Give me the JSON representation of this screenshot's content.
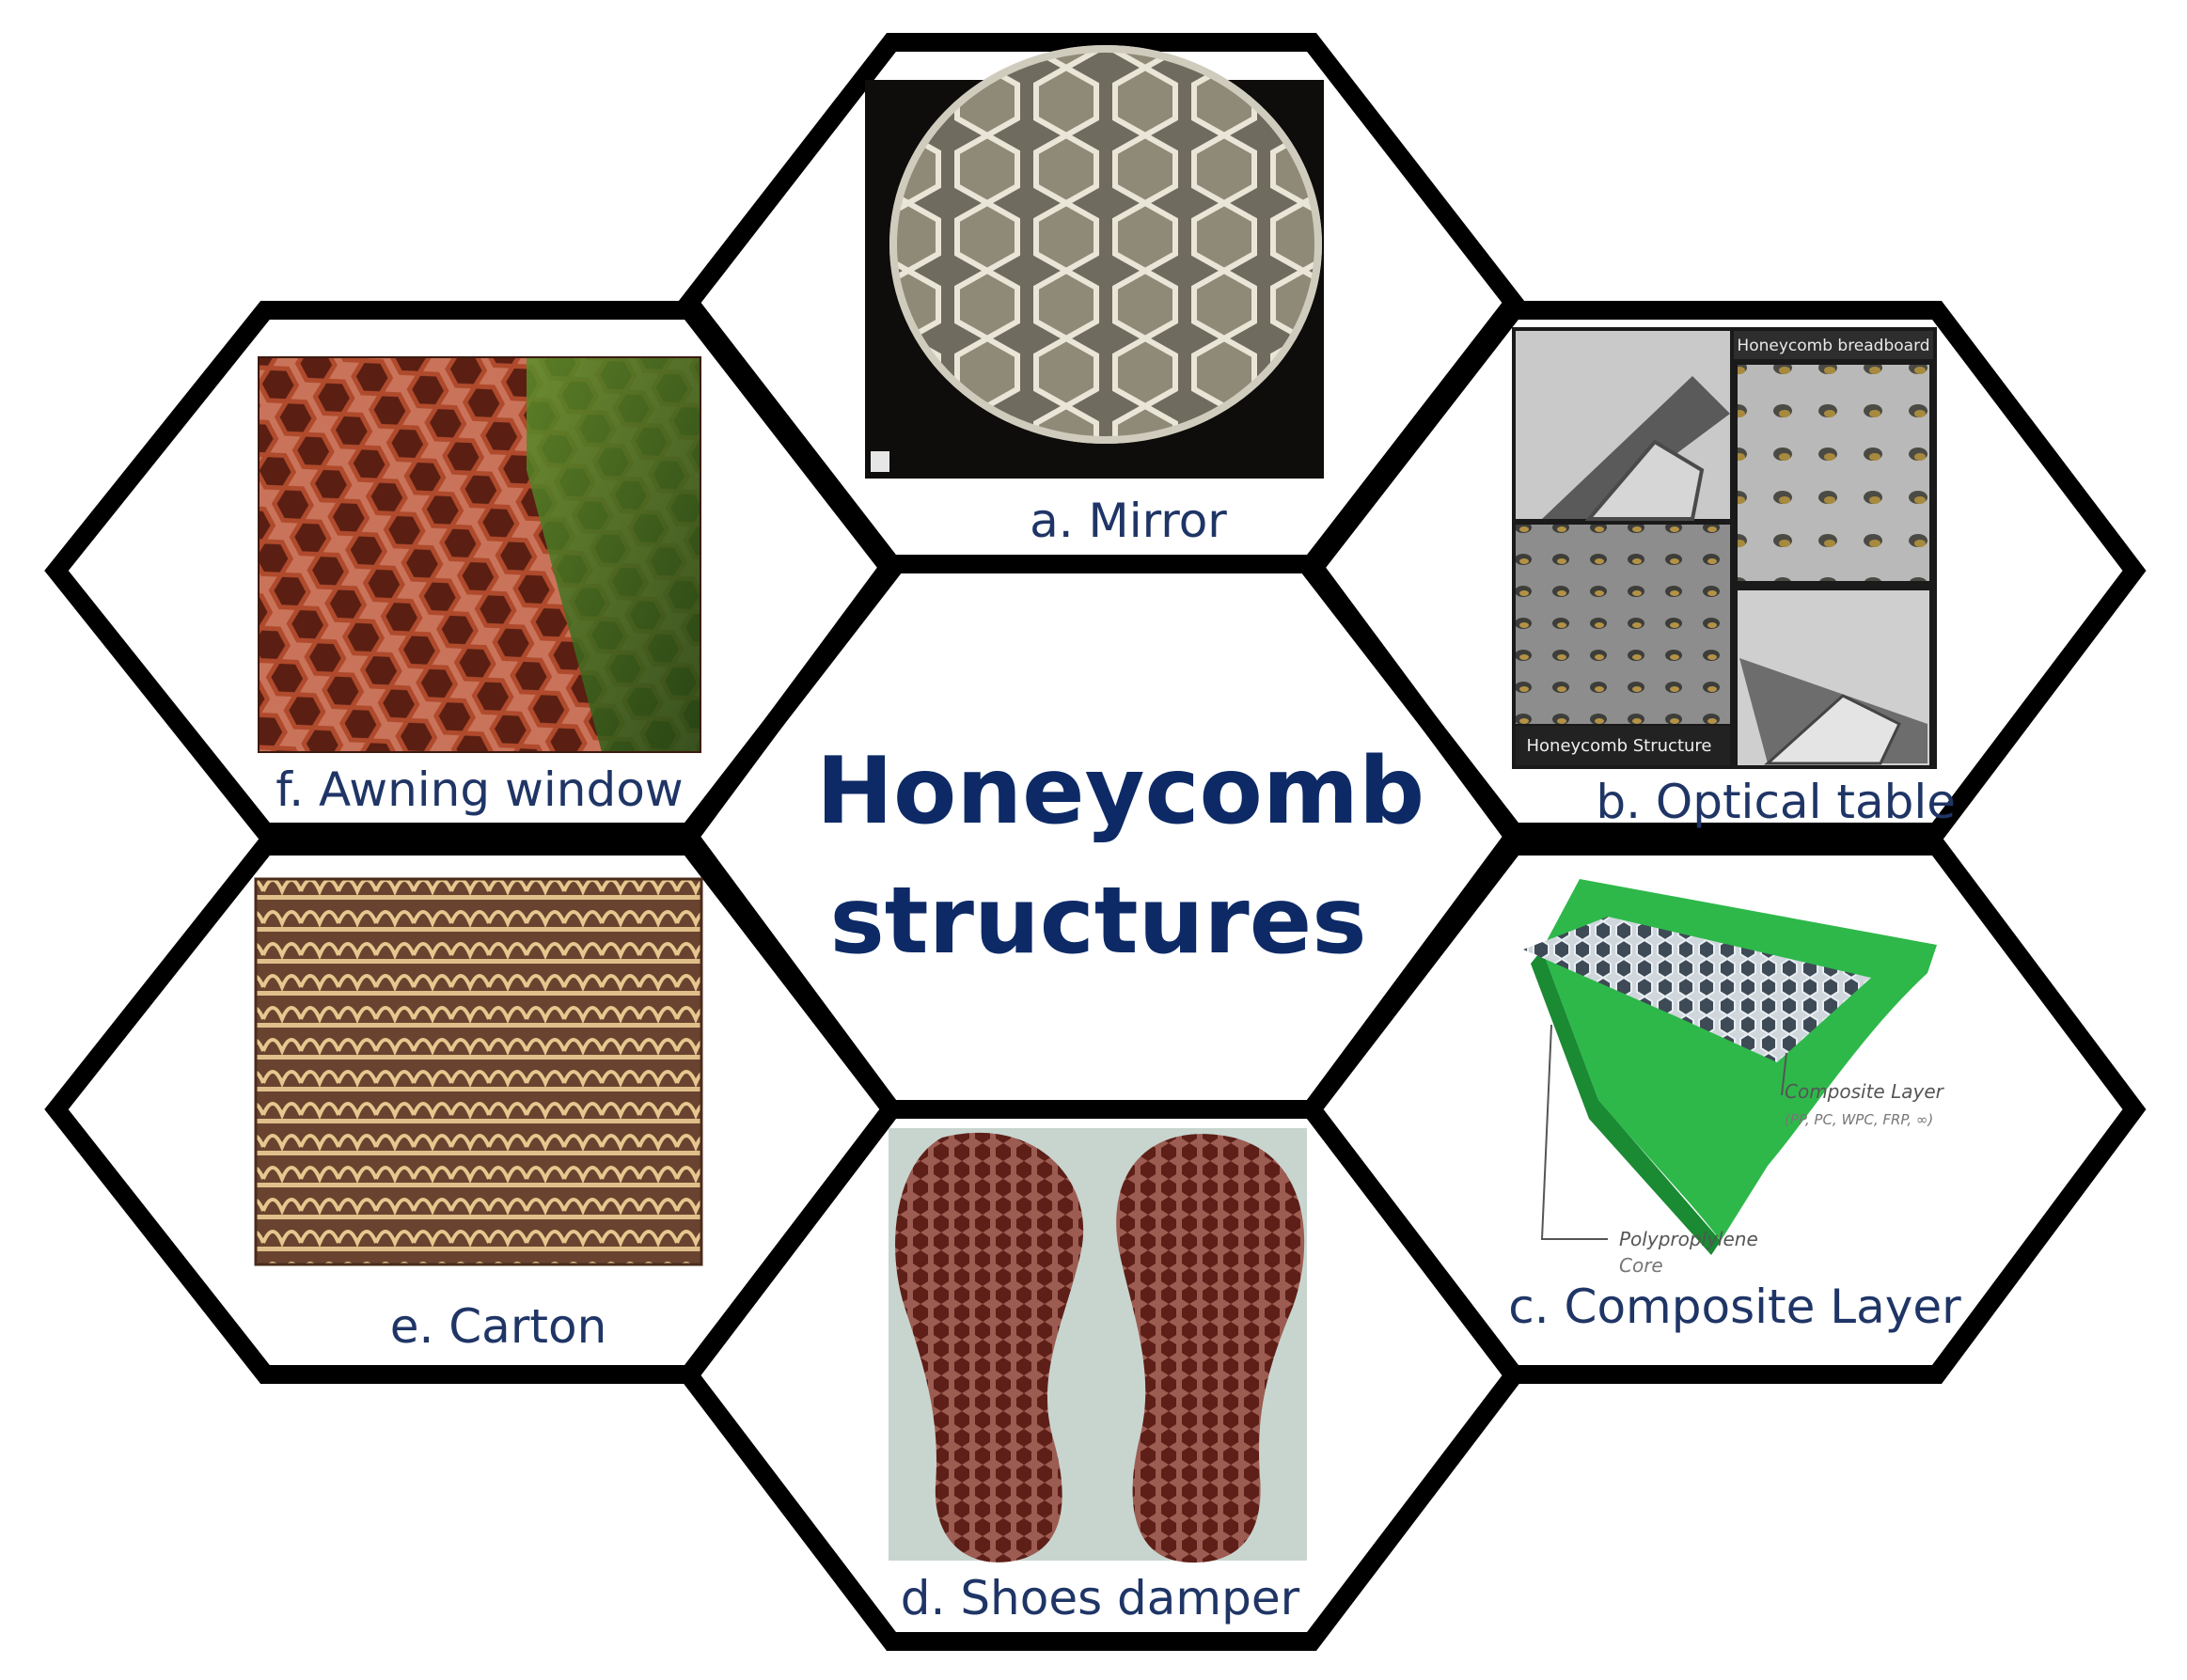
{
  "title": {
    "line1": "Honeycomb",
    "line2": "structures"
  },
  "cells": [
    {
      "id": "a",
      "caption": "a. Mirror",
      "image": "honeycomb-mirror-photo"
    },
    {
      "id": "b",
      "caption": "b. Optical table",
      "image": "honeycomb-optical-table-photo",
      "inset_labels": {
        "breadboard": "Honeycomb breadboard",
        "structure": "Honeycomb Structure"
      }
    },
    {
      "id": "c",
      "caption": "c. Composite Layer",
      "image": "composite-layer-diagram",
      "inset_labels": {
        "layer": "Composite Layer",
        "layer_note": "(PP, PC, WPC, FRP, ∞)",
        "core": "Polyproplylene",
        "core2": "Core"
      }
    },
    {
      "id": "d",
      "caption": "d. Shoes damper",
      "image": "honeycomb-insole-photo"
    },
    {
      "id": "e",
      "caption": "e. Carton",
      "image": "corrugated-carton-photo"
    },
    {
      "id": "f",
      "caption": "f. Awning window",
      "image": "awning-window-photo"
    }
  ],
  "colors": {
    "hex_stroke": "#000000",
    "caption_text": "#1f3566",
    "title_text": "#0d2a66",
    "composite_green": "#2eb84a",
    "copper": "#8a3a22"
  }
}
